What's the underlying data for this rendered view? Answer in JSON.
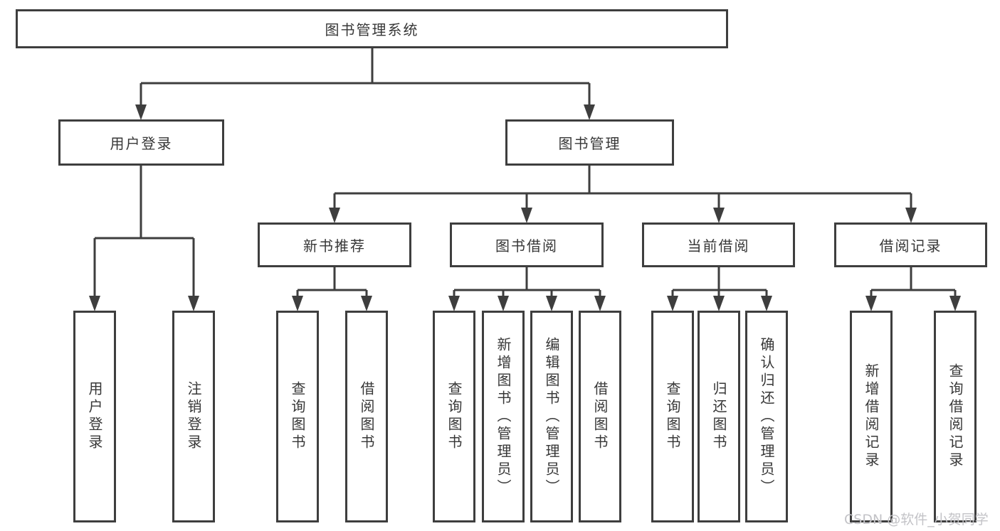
{
  "diagram": {
    "nodes": {
      "root": {
        "label": "图书管理系统"
      },
      "user_login": {
        "label": "用户登录"
      },
      "book_mgmt": {
        "label": "图书管理"
      },
      "new_book_rec": {
        "label": "新书推荐"
      },
      "book_borrow": {
        "label": "图书借阅"
      },
      "current_borrow": {
        "label": "当前借阅"
      },
      "borrow_records": {
        "label": "借阅记录"
      },
      "leaf_user_login": {
        "label": "用户登录"
      },
      "leaf_logout": {
        "label": "注销登录"
      },
      "leaf_nbr_query": {
        "label": "查询图书"
      },
      "leaf_nbr_borrow": {
        "label": "借阅图书"
      },
      "leaf_bb_query": {
        "label": "查询图书"
      },
      "leaf_bb_add": {
        "label": "新增图书（管理员）"
      },
      "leaf_bb_edit": {
        "label": "编辑图书（管理员）"
      },
      "leaf_bb_borrow": {
        "label": "借阅图书"
      },
      "leaf_cb_query": {
        "label": "查询图书"
      },
      "leaf_cb_return": {
        "label": "归还图书"
      },
      "leaf_cb_confirm": {
        "label": "确认归还（管理员）"
      },
      "leaf_br_add": {
        "label": "新增借阅记录"
      },
      "leaf_br_query": {
        "label": "查询借阅记录"
      }
    },
    "hierarchy": [
      {
        "parent": "图书管理系统",
        "children": [
          "用户登录",
          "图书管理"
        ]
      },
      {
        "parent": "用户登录",
        "children": [
          "用户登录",
          "注销登录"
        ]
      },
      {
        "parent": "图书管理",
        "children": [
          "新书推荐",
          "图书借阅",
          "当前借阅",
          "借阅记录"
        ]
      },
      {
        "parent": "新书推荐",
        "children": [
          "查询图书",
          "借阅图书"
        ]
      },
      {
        "parent": "图书借阅",
        "children": [
          "查询图书",
          "新增图书（管理员）",
          "编辑图书（管理员）",
          "借阅图书"
        ]
      },
      {
        "parent": "当前借阅",
        "children": [
          "查询图书",
          "归还图书",
          "确认归还（管理员）"
        ]
      },
      {
        "parent": "借阅记录",
        "children": [
          "新增借阅记录",
          "查询借阅记录"
        ]
      }
    ],
    "colors": {
      "line": "#3e3e3e",
      "text": "#373737",
      "background": "#ffffff",
      "watermark": "#c3c3c7"
    }
  },
  "watermark": {
    "text": "CSDN @软件_小贺同学"
  }
}
